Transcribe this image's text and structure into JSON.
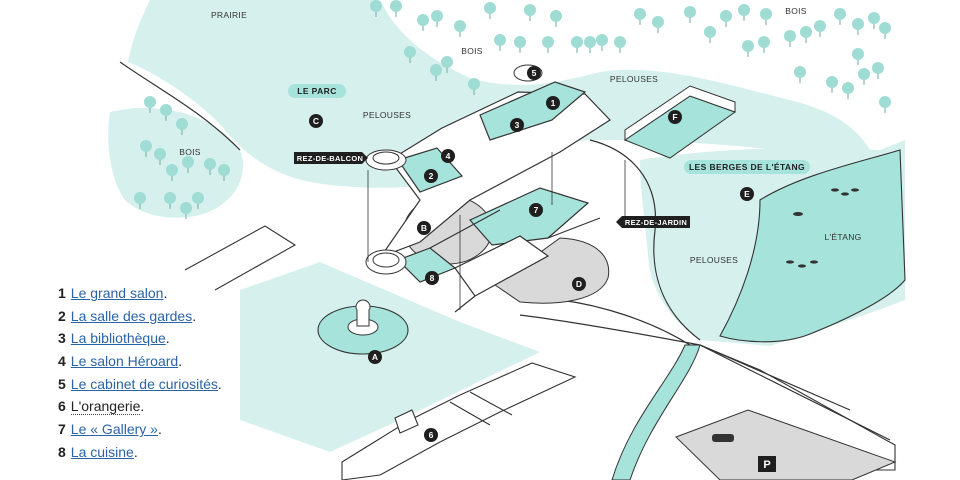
{
  "map": {
    "area_labels": {
      "prairie": "PRAIRIE",
      "bois_top": "BOIS",
      "bois_right": "BOIS",
      "bois_left": "BOIS",
      "pelouses_park": "PELOUSES",
      "pelouses_top": "PELOUSES",
      "pelouses_right": "PELOUSES",
      "etang": "L'ÉTANG"
    },
    "pills": {
      "le_parc": "LE PARC",
      "berges": "LES BERGES DE L'ÉTANG"
    },
    "tags": {
      "rez_de_balcon": "REZ-DE-BALCON",
      "rez_de_jardin": "REZ-DE-JARDIN"
    },
    "zones": {
      "A": "A",
      "B": "B",
      "C": "C",
      "D": "D",
      "E": "E",
      "F": "F"
    },
    "rooms": {
      "r1": "1",
      "r2": "2",
      "r3": "3",
      "r4": "4",
      "r5": "5",
      "r6": "6",
      "r7": "7",
      "r8": "8"
    },
    "parking": "P"
  },
  "legend": [
    {
      "num": "1",
      "label": "Le grand salon",
      "linked": true
    },
    {
      "num": "2",
      "label": "La salle des gardes",
      "linked": true
    },
    {
      "num": "3",
      "label": "La bibliothèque",
      "linked": true
    },
    {
      "num": "4",
      "label": "Le salon Héroard",
      "linked": true
    },
    {
      "num": "5",
      "label": "Le cabinet de curiosités",
      "linked": true
    },
    {
      "num": "6",
      "label": "L'orangerie",
      "linked": false
    },
    {
      "num": "7",
      "label": "Le « Gallery »",
      "linked": true
    },
    {
      "num": "8",
      "label": "La cuisine",
      "linked": true
    }
  ],
  "colors": {
    "lawn": "#d6f1ed",
    "teal": "#a6e3da",
    "grey": "#d9d9d9",
    "marker": "#1f1f1f",
    "link": "#2a63a8"
  }
}
